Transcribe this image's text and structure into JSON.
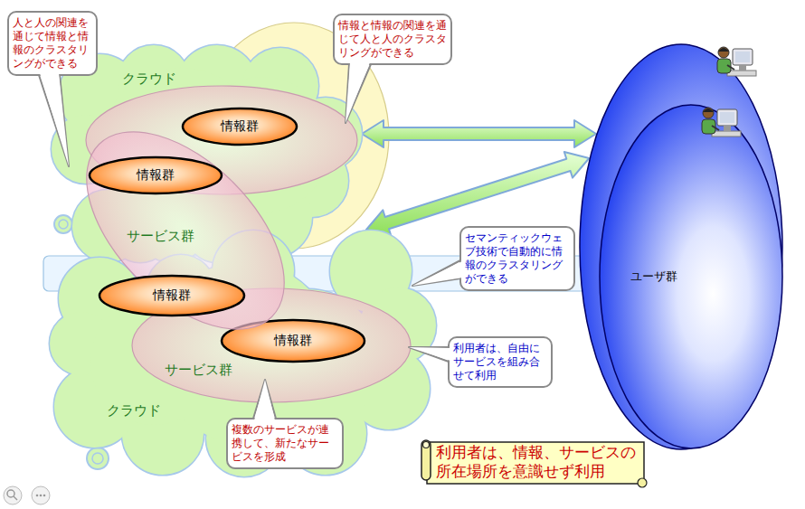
{
  "diagram": {
    "nodes": [
      {
        "text": [
          "人と人の関連を通じて情報と情報のクラスタリングができる"
        ]
      },
      {
        "text": [
          "情報と情報の関連を通じて人と人のクラスタリングができる"
        ]
      },
      {
        "text": [
          "クラウド"
        ]
      },
      {
        "text": [
          "情報群"
        ],
        "in": 2
      },
      {
        "text": [
          "サービス群"
        ]
      },
      {
        "text": [
          "情報群"
        ],
        "in": 4
      },
      {
        "text": [
          "情報群"
        ],
        "in": 4
      },
      {
        "text": [
          "クラウド"
        ]
      },
      {
        "text": [
          "サービス群"
        ],
        "in": 7
      },
      {
        "text": [
          "情報群"
        ],
        "in": 8
      },
      {
        "text": [
          "ユーザ群"
        ]
      },
      {
        "text": [
          "セマンティックウェブ技術で自動的に情報のクラスタリングができる"
        ]
      },
      {
        "text": [
          "利用者は、自由にサービスを組み合せて利用"
        ]
      },
      {
        "text": [
          "複数のサービスが連携して、新たなサービスを形成"
        ]
      },
      {
        "text": [
          "利用者は、情報、サービスの所在場所を意識せず利用"
        ]
      }
    ],
    "edges": [
      {
        "from": 2,
        "to": 10,
        "arrow": "both"
      },
      {
        "from": 7,
        "to": 10,
        "arrow": "both"
      }
    ]
  }
}
